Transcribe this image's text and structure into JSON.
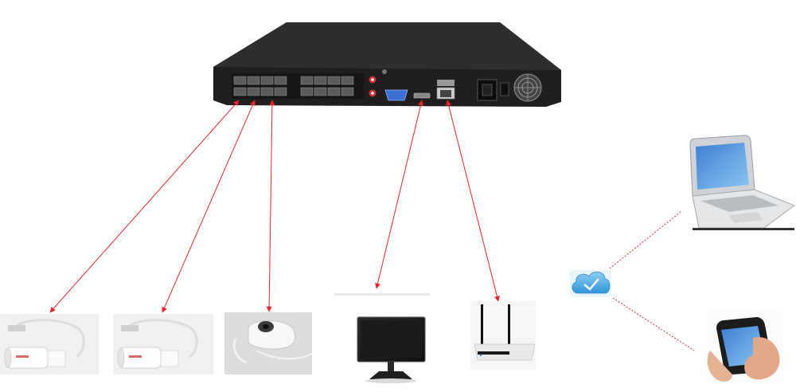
{
  "diagram": {
    "devices": [
      {
        "id": "nvr",
        "icon": "nvr-recorder-icon"
      },
      {
        "id": "cam1",
        "icon": "bullet-camera-icon"
      },
      {
        "id": "cam2",
        "icon": "bullet-camera-icon"
      },
      {
        "id": "cam3",
        "icon": "dome-camera-icon"
      },
      {
        "id": "monitor",
        "icon": "monitor-icon"
      },
      {
        "id": "router",
        "icon": "wifi-router-icon"
      },
      {
        "id": "cloud",
        "icon": "cloud-check-icon"
      },
      {
        "id": "laptop",
        "icon": "laptop-icon"
      },
      {
        "id": "phone",
        "icon": "smartphone-icon"
      }
    ],
    "connections": [
      {
        "from": "nvr",
        "to": "cam1",
        "style": "arrow"
      },
      {
        "from": "nvr",
        "to": "cam2",
        "style": "arrow"
      },
      {
        "from": "nvr",
        "to": "cam3",
        "style": "arrow"
      },
      {
        "from": "nvr",
        "to": "monitor",
        "style": "arrow"
      },
      {
        "from": "nvr",
        "to": "router",
        "style": "arrow"
      },
      {
        "from": "cloud",
        "to": "laptop",
        "style": "dashed"
      },
      {
        "from": "cloud",
        "to": "phone",
        "style": "dashed"
      }
    ],
    "colors": {
      "arrow": "#e8262a",
      "nvr_body": "#2b2b2b",
      "cloud": "#3aa3e3"
    }
  }
}
